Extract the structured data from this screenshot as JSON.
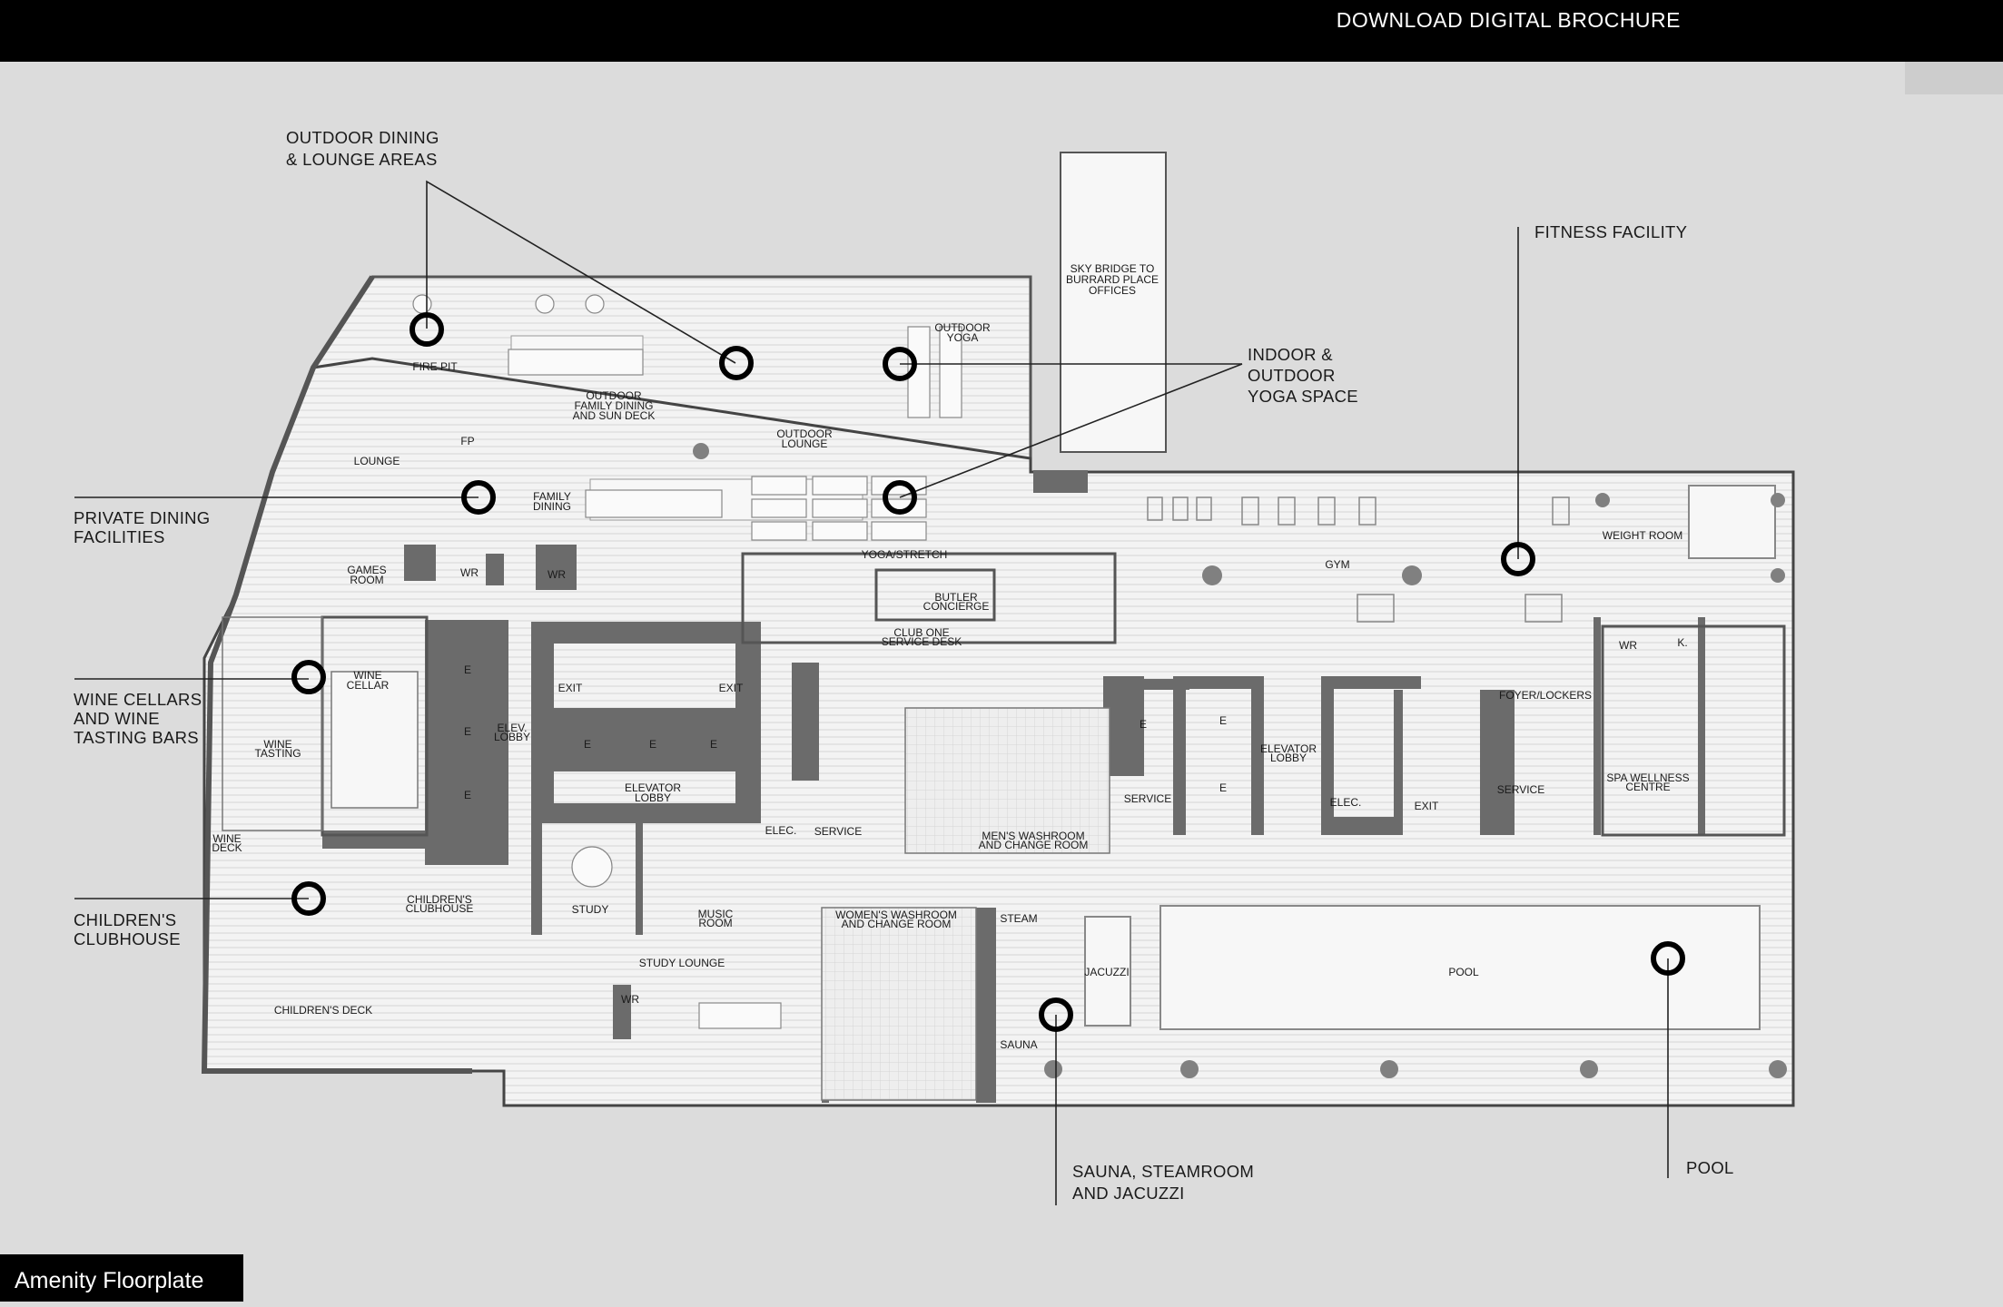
{
  "header": {
    "brochure_link": "DOWNLOAD DIGITAL BROCHURE"
  },
  "footer": {
    "title": "Amenity Floorplate"
  },
  "colors": {
    "background": "#dcdcdc",
    "floor": "#f2f2f2",
    "wall": "#6b6b6b",
    "marker": "#000000",
    "bar": "#000000"
  },
  "callouts": {
    "outdoor_dining": [
      "OUTDOOR DINING",
      "& LOUNGE AREAS"
    ],
    "fitness": [
      "FITNESS FACILITY"
    ],
    "yoga": [
      "INDOOR &",
      "OUTDOOR",
      "YOGA SPACE"
    ],
    "private_dining": [
      "PRIVATE DINING",
      "FACILITIES"
    ],
    "wine": [
      "WINE CELLARS",
      "AND WINE",
      "TASTING BARS"
    ],
    "childrens": [
      "CHILDREN'S",
      "CLUBHOUSE"
    ],
    "sauna": [
      "SAUNA, STEAMROOM",
      "AND JACUZZI"
    ],
    "pool": [
      "POOL"
    ]
  },
  "rooms": {
    "sky_bridge": [
      "SKY BRIDGE TO",
      "BURRARD PLACE",
      "OFFICES"
    ],
    "fire_pit": [
      "FIRE PIT"
    ],
    "outdoor_family": [
      "OUTDOOR",
      "FAMILY DINING",
      "AND SUN DECK"
    ],
    "outdoor_yoga": [
      "OUTDOOR",
      "YOGA"
    ],
    "outdoor_lounge": [
      "OUTDOOR",
      "LOUNGE"
    ],
    "lounge": [
      "LOUNGE"
    ],
    "fp": [
      "FP"
    ],
    "family_dining": [
      "FAMILY",
      "DINING"
    ],
    "yoga_stretch": [
      "YOGA/STRETCH"
    ],
    "games_room": [
      "GAMES",
      "ROOM"
    ],
    "wr1": [
      "WR"
    ],
    "wr2": [
      "WR"
    ],
    "butler": [
      "BUTLER",
      "CONCIERGE"
    ],
    "club_one": [
      "CLUB ONE",
      "SERVICE DESK"
    ],
    "gym": [
      "GYM"
    ],
    "weight_room": [
      "WEIGHT ROOM"
    ],
    "wine_cellar": [
      "WINE",
      "CELLAR"
    ],
    "wine_tasting": [
      "WINE",
      "TASTING"
    ],
    "e1": [
      "E"
    ],
    "e2": [
      "E"
    ],
    "e3": [
      "E"
    ],
    "elev_lobby_left": [
      "ELEV.",
      "LOBBY"
    ],
    "exit1": [
      "EXIT"
    ],
    "exit2": [
      "EXIT"
    ],
    "e4": [
      "E"
    ],
    "e5": [
      "E"
    ],
    "e6": [
      "E"
    ],
    "elevator_lobby_center": [
      "ELEVATOR",
      "LOBBY"
    ],
    "elec1": [
      "ELEC."
    ],
    "service1": [
      "SERVICE"
    ],
    "wine_deck": [
      "WINE",
      "DECK"
    ],
    "childrens_clubhouse": [
      "CHILDREN'S",
      "CLUBHOUSE"
    ],
    "study": [
      "STUDY"
    ],
    "music_room": [
      "MUSIC",
      "ROOM"
    ],
    "study_lounge": [
      "STUDY LOUNGE"
    ],
    "wr3": [
      "WR"
    ],
    "childrens_deck": [
      "CHILDREN'S DECK"
    ],
    "mens_washroom": [
      "MEN'S WASHROOM",
      "AND CHANGE ROOM"
    ],
    "womens_washroom": [
      "WOMEN'S WASHROOM",
      "AND CHANGE ROOM"
    ],
    "steam": [
      "STEAM"
    ],
    "sauna": [
      "SAUNA"
    ],
    "jacuzzi": [
      "JACUZZI"
    ],
    "service2": [
      "SERVICE"
    ],
    "e7": [
      "E"
    ],
    "e8": [
      "E"
    ],
    "e9": [
      "E"
    ],
    "elevator_lobby_right": [
      "ELEVATOR",
      "LOBBY"
    ],
    "elec2": [
      "ELEC."
    ],
    "exit3": [
      "EXIT"
    ],
    "service3": [
      "SERVICE"
    ],
    "foyer_lockers": [
      "FOYER/LOCKERS"
    ],
    "wr4": [
      "WR"
    ],
    "k": [
      "K."
    ],
    "spa": [
      "SPA WELLNESS",
      "CENTRE"
    ],
    "pool": [
      "POOL"
    ]
  }
}
